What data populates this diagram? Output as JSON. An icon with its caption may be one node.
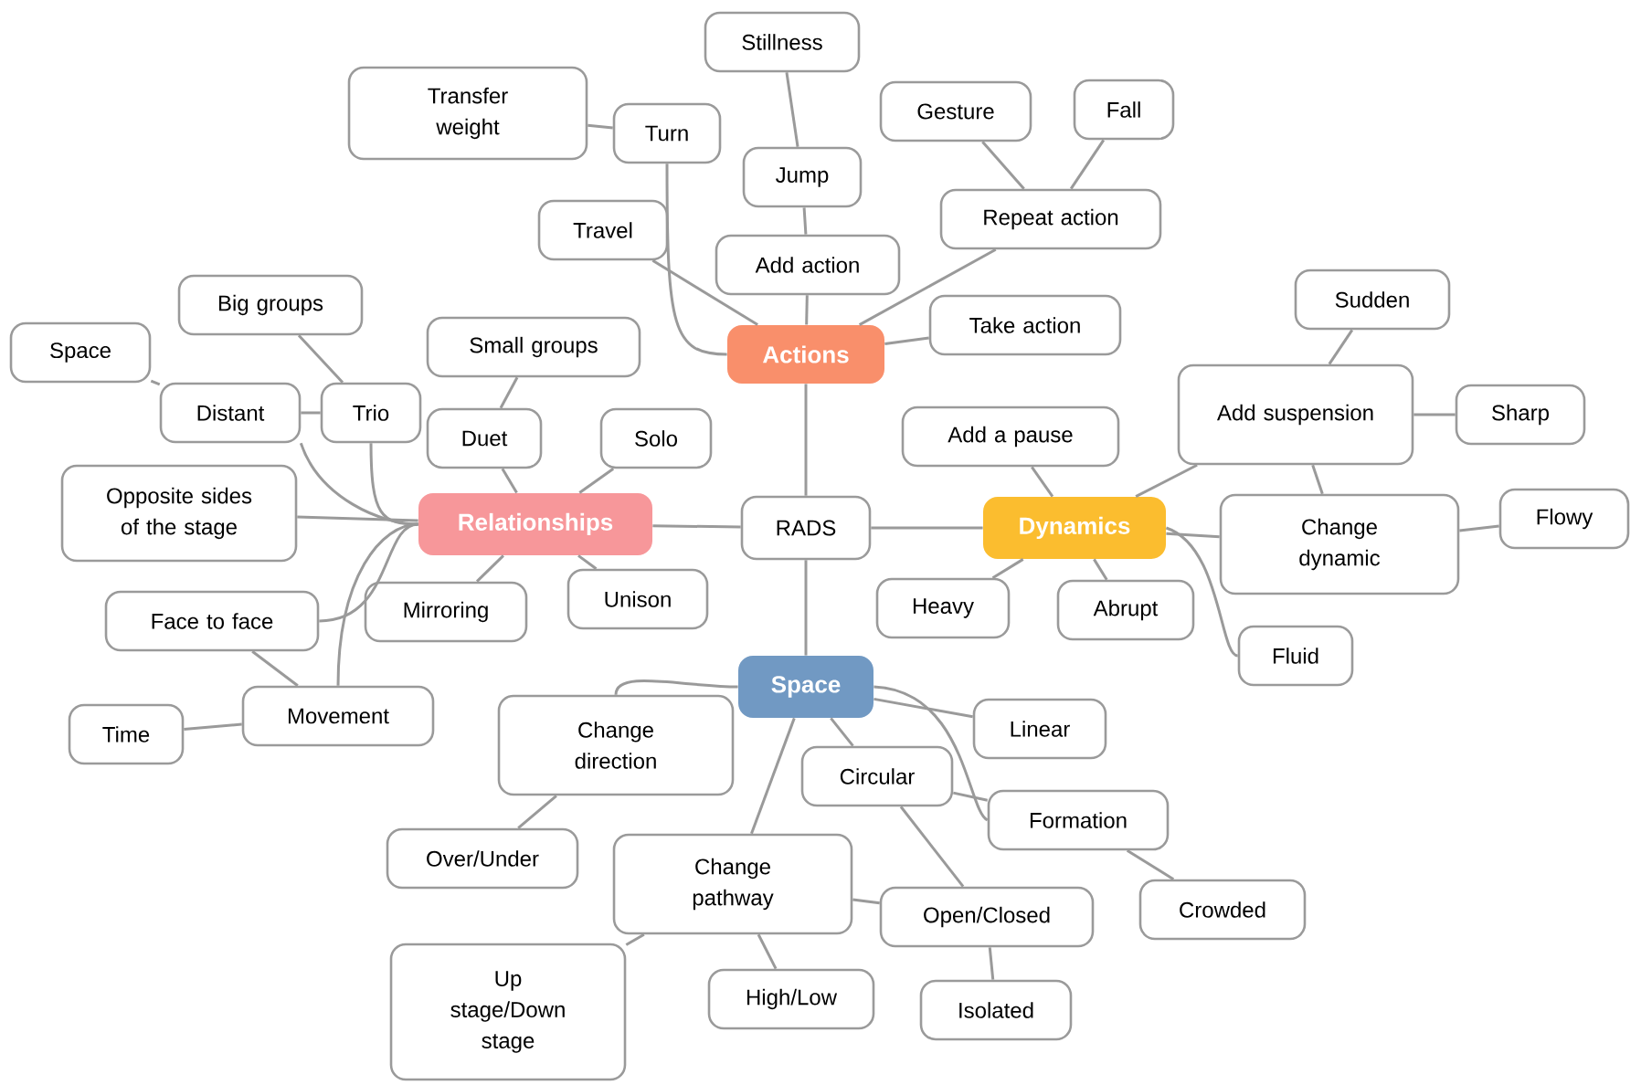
{
  "diagram": {
    "nodes": [
      {
        "text": [
          "RADS"
        ]
      },
      {
        "text": [
          "Actions"
        ]
      },
      {
        "text": [
          "Relationships"
        ]
      },
      {
        "text": [
          "Dynamics"
        ]
      },
      {
        "text": [
          "Space"
        ]
      },
      {
        "text": [
          "Stillness"
        ]
      },
      {
        "text": [
          "Transfer weight"
        ]
      },
      {
        "text": [
          "Turn"
        ]
      },
      {
        "text": [
          "Jump"
        ]
      },
      {
        "text": [
          "Travel"
        ]
      },
      {
        "text": [
          "Add action"
        ]
      },
      {
        "text": [
          "Gesture"
        ]
      },
      {
        "text": [
          "Fall"
        ]
      },
      {
        "text": [
          "Repeat action"
        ]
      },
      {
        "text": [
          "Take action"
        ]
      },
      {
        "text": [
          "Big groups"
        ]
      },
      {
        "text": [
          "Space"
        ]
      },
      {
        "text": [
          "Distant"
        ]
      },
      {
        "text": [
          "Trio"
        ]
      },
      {
        "text": [
          "Small groups"
        ]
      },
      {
        "text": [
          "Duet"
        ]
      },
      {
        "text": [
          "Solo"
        ]
      },
      {
        "text": [
          "Opposite sides of the stage"
        ]
      },
      {
        "text": [
          "Face to face"
        ]
      },
      {
        "text": [
          "Mirroring"
        ]
      },
      {
        "text": [
          "Unison"
        ]
      },
      {
        "text": [
          "Time"
        ]
      },
      {
        "text": [
          "Movement"
        ]
      },
      {
        "text": [
          "Add a pause"
        ]
      },
      {
        "text": [
          "Add suspension"
        ]
      },
      {
        "text": [
          "Sudden"
        ]
      },
      {
        "text": [
          "Sharp"
        ]
      },
      {
        "text": [
          "Heavy"
        ]
      },
      {
        "text": [
          "Abrupt"
        ]
      },
      {
        "text": [
          "Change dynamic"
        ]
      },
      {
        "text": [
          "Flowy"
        ]
      },
      {
        "text": [
          "Fluid"
        ]
      },
      {
        "text": [
          "Change direction"
        ]
      },
      {
        "text": [
          "Linear"
        ]
      },
      {
        "text": [
          "Circular"
        ]
      },
      {
        "text": [
          "Formation"
        ]
      },
      {
        "text": [
          "Over/Under"
        ]
      },
      {
        "text": [
          "Change pathway"
        ]
      },
      {
        "text": [
          "Open/Closed"
        ]
      },
      {
        "text": [
          "Crowded"
        ]
      },
      {
        "text": [
          "Up stage/Down stage"
        ]
      },
      {
        "text": [
          "High/Low"
        ]
      },
      {
        "text": [
          "Isolated"
        ]
      }
    ],
    "edges": [
      {
        "from": 0,
        "to": 1,
        "arrow": "none"
      },
      {
        "from": 0,
        "to": 2,
        "arrow": "none"
      },
      {
        "from": 0,
        "to": 3,
        "arrow": "none"
      },
      {
        "from": 0,
        "to": 4,
        "arrow": "none"
      },
      {
        "from": 5,
        "to": 8,
        "arrow": "none"
      },
      {
        "from": 8,
        "to": 10,
        "arrow": "none"
      },
      {
        "from": 10,
        "to": 1,
        "arrow": "none"
      },
      {
        "from": 6,
        "to": 7,
        "arrow": "none"
      },
      {
        "from": 7,
        "to": 1,
        "arrow": "none"
      },
      {
        "from": 9,
        "to": 1,
        "arrow": "none"
      },
      {
        "from": 11,
        "to": 13,
        "arrow": "none"
      },
      {
        "from": 12,
        "to": 13,
        "arrow": "none"
      },
      {
        "from": 13,
        "to": 1,
        "arrow": "none"
      },
      {
        "from": 14,
        "to": 1,
        "arrow": "none"
      },
      {
        "from": 15,
        "to": 18,
        "arrow": "none"
      },
      {
        "from": 16,
        "to": 17,
        "arrow": "none"
      },
      {
        "from": 17,
        "to": 18,
        "arrow": "none"
      },
      {
        "from": 18,
        "to": 2,
        "arrow": "none"
      },
      {
        "from": 17,
        "to": 2,
        "arrow": "none"
      },
      {
        "from": 19,
        "to": 20,
        "arrow": "none"
      },
      {
        "from": 20,
        "to": 2,
        "arrow": "none"
      },
      {
        "from": 21,
        "to": 2,
        "arrow": "none"
      },
      {
        "from": 22,
        "to": 2,
        "arrow": "none"
      },
      {
        "from": 23,
        "to": 2,
        "arrow": "none"
      },
      {
        "from": 24,
        "to": 2,
        "arrow": "none"
      },
      {
        "from": 25,
        "to": 2,
        "arrow": "none"
      },
      {
        "from": 27,
        "to": 2,
        "arrow": "none"
      },
      {
        "from": 26,
        "to": 27,
        "arrow": "none"
      },
      {
        "from": 23,
        "to": 27,
        "arrow": "none"
      },
      {
        "from": 28,
        "to": 3,
        "arrow": "none"
      },
      {
        "from": 32,
        "to": 3,
        "arrow": "none"
      },
      {
        "from": 33,
        "to": 3,
        "arrow": "none"
      },
      {
        "from": 29,
        "to": 3,
        "arrow": "none"
      },
      {
        "from": 34,
        "to": 3,
        "arrow": "none"
      },
      {
        "from": 36,
        "to": 3,
        "arrow": "none"
      },
      {
        "from": 30,
        "to": 29,
        "arrow": "none"
      },
      {
        "from": 31,
        "to": 29,
        "arrow": "none"
      },
      {
        "from": 29,
        "to": 34,
        "arrow": "none"
      },
      {
        "from": 35,
        "to": 34,
        "arrow": "none"
      },
      {
        "from": 37,
        "to": 4,
        "arrow": "none"
      },
      {
        "from": 41,
        "to": 37,
        "arrow": "none"
      },
      {
        "from": 42,
        "to": 4,
        "arrow": "none"
      },
      {
        "from": 45,
        "to": 42,
        "arrow": "none"
      },
      {
        "from": 46,
        "to": 42,
        "arrow": "none"
      },
      {
        "from": 39,
        "to": 4,
        "arrow": "none"
      },
      {
        "from": 38,
        "to": 4,
        "arrow": "none"
      },
      {
        "from": 40,
        "to": 4,
        "arrow": "none"
      },
      {
        "from": 40,
        "to": 39,
        "arrow": "none"
      },
      {
        "from": 43,
        "to": 39,
        "arrow": "none"
      },
      {
        "from": 43,
        "to": 42,
        "arrow": "none"
      },
      {
        "from": 47,
        "to": 43,
        "arrow": "none"
      },
      {
        "from": 44,
        "to": 40,
        "arrow": "none"
      }
    ]
  }
}
